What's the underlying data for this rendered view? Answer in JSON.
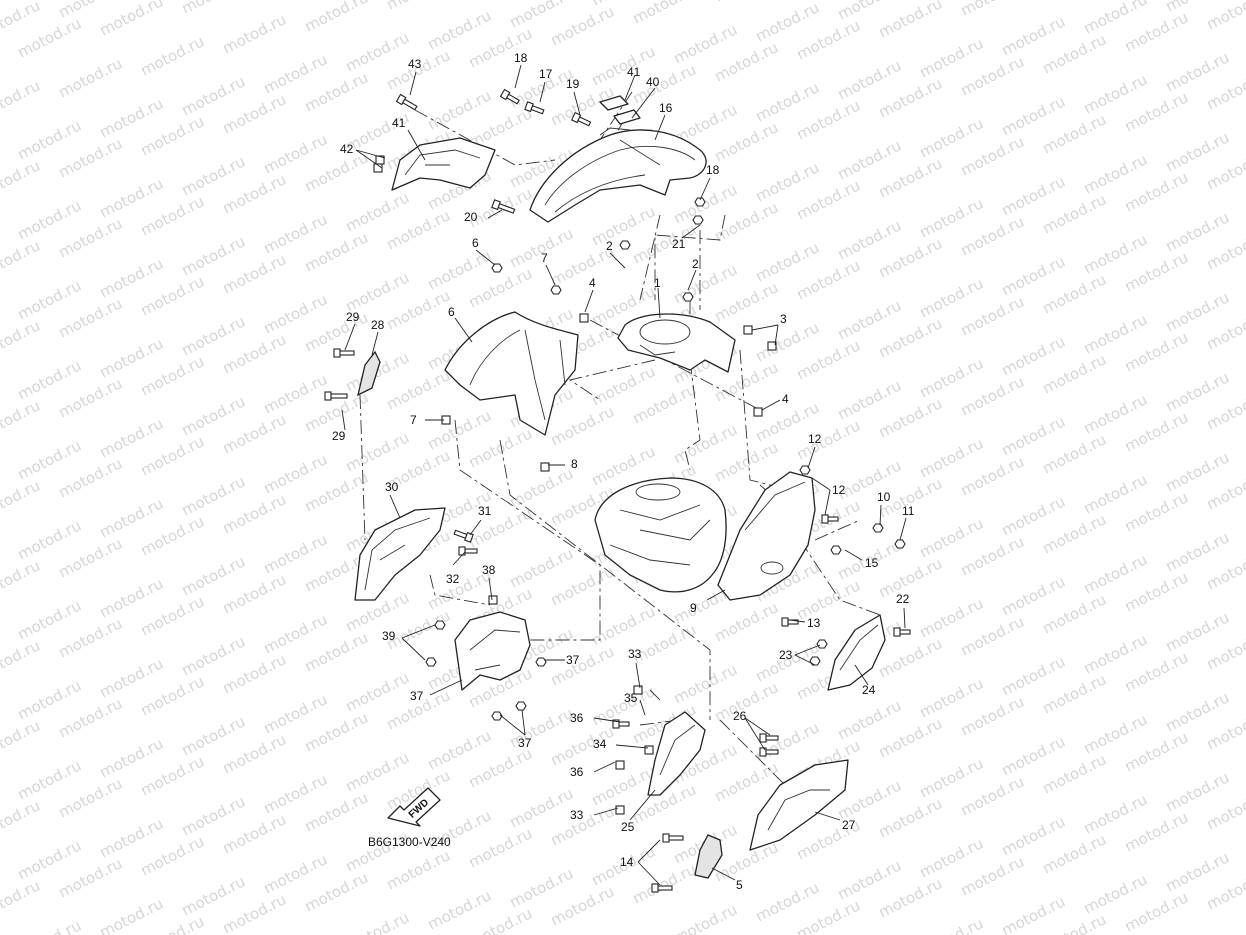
{
  "watermark_text": "motod.ru",
  "diagram_code": "B6G1300-V240",
  "fwd_label": "FWD",
  "callouts": [
    "1",
    "2",
    "2",
    "3",
    "4",
    "4",
    "5",
    "6",
    "6",
    "7",
    "7",
    "8",
    "9",
    "10",
    "11",
    "12",
    "12",
    "13",
    "14",
    "15",
    "16",
    "17",
    "18",
    "18",
    "19",
    "20",
    "21",
    "22",
    "23",
    "24",
    "25",
    "26",
    "27",
    "28",
    "29",
    "29",
    "30",
    "31",
    "32",
    "33",
    "33",
    "34",
    "35",
    "36",
    "36",
    "37",
    "37",
    "37",
    "38",
    "39",
    "40",
    "41",
    "41",
    "42",
    "43"
  ]
}
